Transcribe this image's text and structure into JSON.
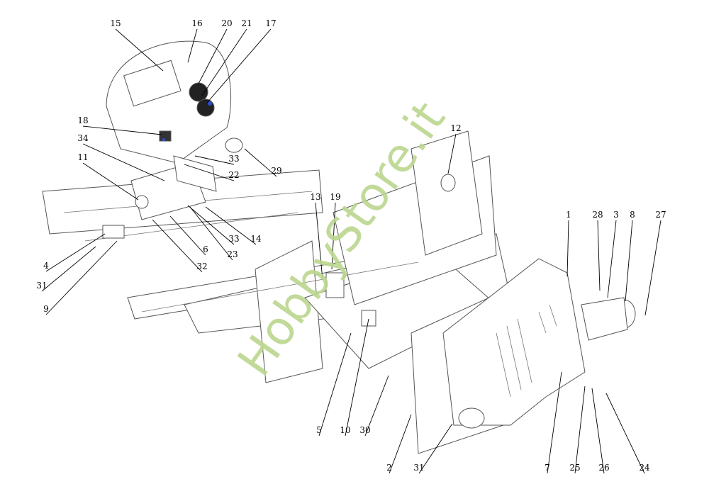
{
  "diagram": {
    "type": "exploded-parts-view",
    "callouts": [
      "15",
      "16",
      "20",
      "21",
      "17",
      "18",
      "34",
      "11",
      "33",
      "22",
      "29",
      "12",
      "13",
      "19",
      "1",
      "28",
      "3",
      "8",
      "27",
      "33",
      "14",
      "6",
      "23",
      "32",
      "4",
      "31",
      "9",
      "5",
      "10",
      "30",
      "2",
      "31",
      "7",
      "25",
      "26",
      "24"
    ]
  },
  "watermark": "HobbyStore.it",
  "colors": {
    "watermark": "#bcd68e",
    "line": "#555555",
    "highlight": "#2a4fd6"
  }
}
